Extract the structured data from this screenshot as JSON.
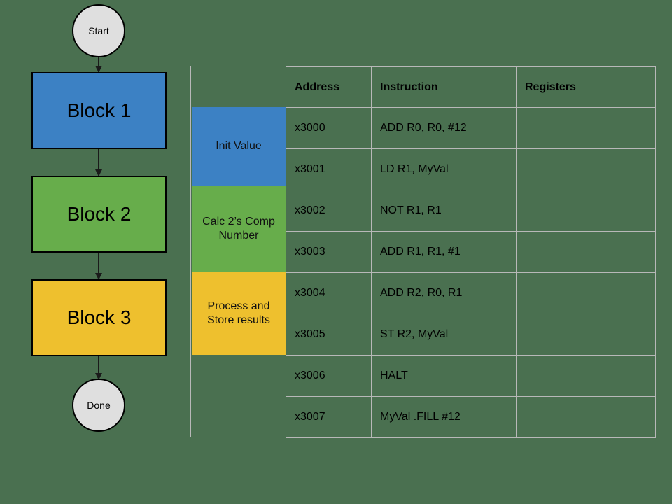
{
  "colors": {
    "background": "#4a7050",
    "blue": "#3c81c4",
    "green": "#67ad4b",
    "yellow": "#eec02e",
    "terminal_fill": "#dfdfdf",
    "grid_line": "#b8b8b8",
    "outline": "#000000"
  },
  "flowchart": {
    "start_label": "Start",
    "end_label": "Done",
    "blocks": [
      {
        "label": "Block 1",
        "color": "#3c81c4"
      },
      {
        "label": "Block 2",
        "color": "#67ad4b"
      },
      {
        "label": "Block 3",
        "color": "#eec02e"
      }
    ]
  },
  "phases": [
    {
      "label": "Init Value",
      "color": "#3c81c4"
    },
    {
      "label": "Calc 2’s Comp Number",
      "color": "#67ad4b"
    },
    {
      "label": "Process and Store results",
      "color": "#eec02e"
    }
  ],
  "table": {
    "headers": [
      "Address",
      "Instruction",
      "Registers"
    ],
    "rows": [
      {
        "address": "x3000",
        "instruction": "ADD R0, R0, #12",
        "registers": ""
      },
      {
        "address": "x3001",
        "instruction": "LD R1, MyVal",
        "registers": ""
      },
      {
        "address": "x3002",
        "instruction": "NOT R1, R1",
        "registers": ""
      },
      {
        "address": "x3003",
        "instruction": "ADD R1, R1, #1",
        "registers": ""
      },
      {
        "address": "x3004",
        "instruction": "ADD R2, R0, R1",
        "registers": ""
      },
      {
        "address": "x3005",
        "instruction": "ST R2, MyVal",
        "registers": ""
      },
      {
        "address": "x3006",
        "instruction": "HALT",
        "registers": ""
      },
      {
        "address": "x3007",
        "instruction": "MyVal .FILL #12",
        "registers": ""
      }
    ]
  }
}
